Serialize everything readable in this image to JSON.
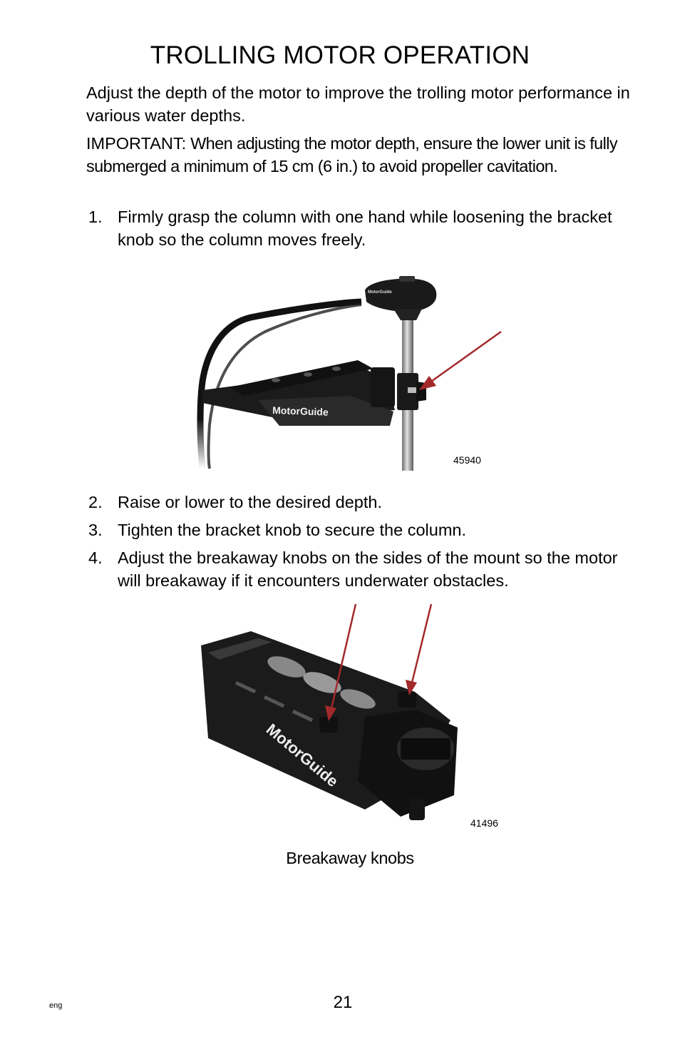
{
  "page": {
    "title": "TROLLING MOTOR OPERATION",
    "intro": "Adjust the depth of the motor to improve the trolling motor performance in various water depths.",
    "important_lead": "IMPORTANT:",
    "important_body": " When adjusting the motor depth, ensure the lower unit is fully submerged a minimum of 15 cm (6 in.) to avoid propeller cavitation.",
    "steps": [
      {
        "num": "1.",
        "text": "Firmly grasp the column with one hand while loosening the bracket knob so the column moves freely."
      },
      {
        "num": "2.",
        "text": "Raise or lower to the desired depth."
      },
      {
        "num": "3.",
        "text": "Tighten the bracket knob to secure the column."
      },
      {
        "num": "4.",
        "text": "Adjust the breakaway knobs on the sides of the mount so the motor will breakaway if it encounters underwater obstacles."
      }
    ],
    "figures": [
      {
        "id": "45940",
        "brand": "MotorGuide"
      },
      {
        "id": "41496",
        "brand": "MotorGuide"
      }
    ],
    "caption": "Breakaway knobs",
    "footer": {
      "lang": "eng",
      "page_number": "21"
    }
  },
  "colors": {
    "arrow": "#a3282b",
    "mount": "#1b1b1b",
    "column": "#9a9a9a"
  }
}
